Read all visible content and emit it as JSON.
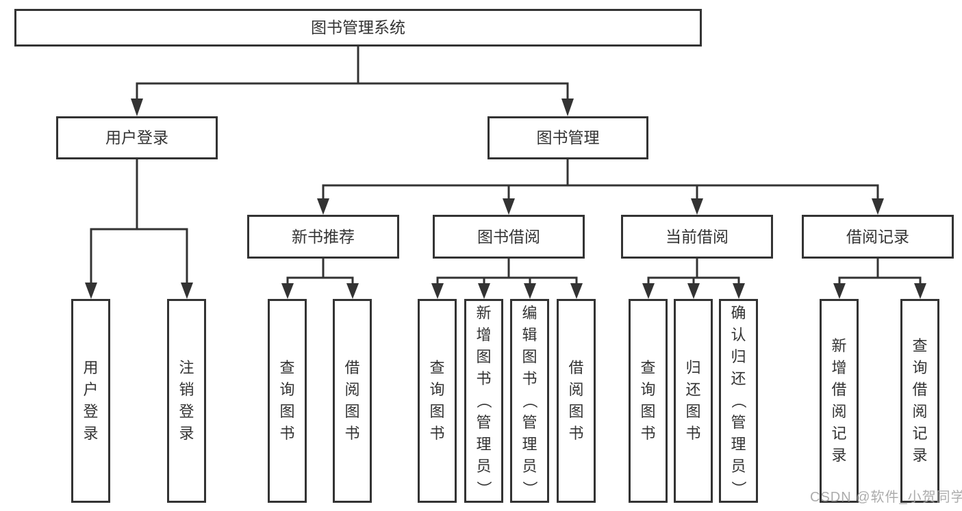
{
  "diagram": {
    "type": "hierarchy-tree",
    "root": {
      "label": "图书管理系统"
    },
    "branches": [
      {
        "label": "用户登录",
        "children": [
          {
            "label": "用户登录"
          },
          {
            "label": "注销登录"
          }
        ]
      },
      {
        "label": "图书管理",
        "children": [
          {
            "label": "新书推荐",
            "children": [
              {
                "label": "查询图书"
              },
              {
                "label": "借阅图书"
              }
            ]
          },
          {
            "label": "图书借阅",
            "children": [
              {
                "label": "查询图书"
              },
              {
                "label": "新增图书（管理员）"
              },
              {
                "label": "编辑图书（管理员）"
              },
              {
                "label": "借阅图书"
              }
            ]
          },
          {
            "label": "当前借阅",
            "children": [
              {
                "label": "查询图书"
              },
              {
                "label": "归还图书"
              },
              {
                "label": "确认归还（管理员）"
              }
            ]
          },
          {
            "label": "借阅记录",
            "children": [
              {
                "label": "新增借阅记录"
              },
              {
                "label": "查询借阅记录"
              }
            ]
          }
        ]
      }
    ],
    "watermark": "CSDN @软件_小贺同学",
    "colors": {
      "line": "#333333",
      "text": "#333333",
      "box_background": "#ffffff",
      "watermark": "#a5a5a5",
      "background": "#ffffff"
    }
  }
}
